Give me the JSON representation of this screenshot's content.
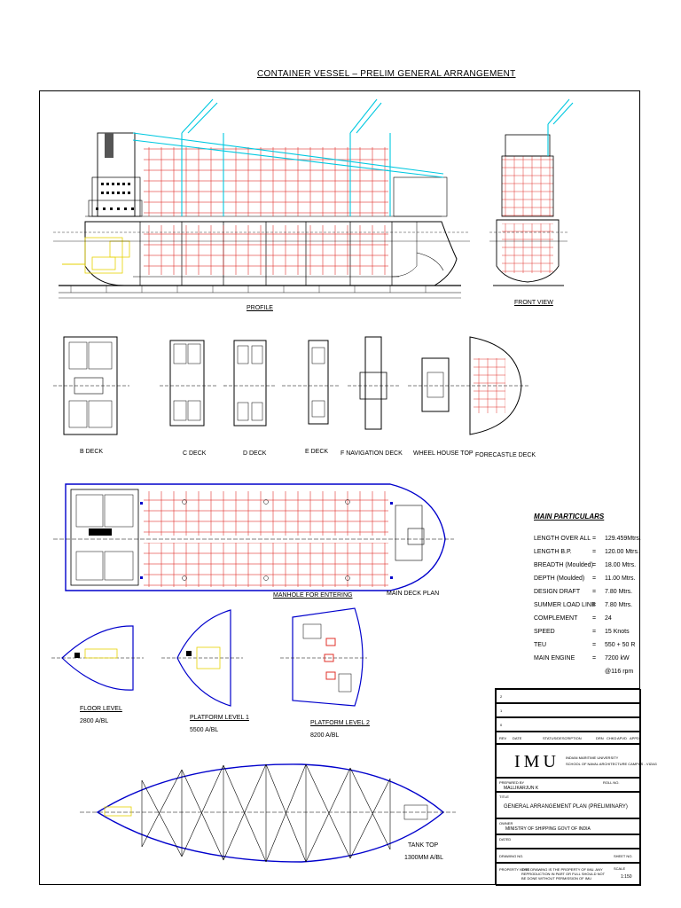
{
  "title": "CONTAINER VESSEL  –  PRELIM GENERAL ARRANGEMENT",
  "views": {
    "profile": "PROFILE",
    "front_view": "FRONT VIEW",
    "b_deck": "B DECK",
    "c_deck": "C DECK",
    "d_deck": "D DECK",
    "e_deck": "E DECK",
    "f_deck": "F NAVIGATION DECK",
    "wheel_house": "WHEEL HOUSE TOP",
    "forecastle": "FORECASTLE DECK",
    "main_deck": "MAIN DECK PLAN",
    "manhole": "MANHOLE FOR ENTERING",
    "floor_level": "FLOOR LEVEL",
    "floor_level_h": "2800 A/BL",
    "platform1": "PLATFORM LEVEL 1",
    "platform1_h": "5500 A/BL",
    "platform2": "PLATFORM LEVEL 2",
    "platform2_h": "8200 A/BL",
    "tank_top": "TANK TOP",
    "tank_top_h": "1300MM A/BL"
  },
  "particulars": {
    "title": "MAIN PARTICULARS",
    "rows": [
      {
        "k": "LENGTH OVER ALL",
        "v": "129.459Mtrs."
      },
      {
        "k": "LENGTH B.P.",
        "v": "120.00 Mtrs."
      },
      {
        "k": "BREADTH (Moulded)",
        "v": "18.00 Mtrs."
      },
      {
        "k": "DEPTH (Moulded)",
        "v": "11.00 Mtrs."
      },
      {
        "k": "DESIGN DRAFT",
        "v": "7.80 Mtrs."
      },
      {
        "k": "SUMMER LOAD LINE",
        "v": "7.80 Mtrs."
      },
      {
        "k": "COMPLEMENT",
        "v": "24"
      },
      {
        "k": "SPEED",
        "v": "15 Knots"
      },
      {
        "k": "TEU",
        "v": "550 + 50 R"
      },
      {
        "k": "MAIN ENGINE",
        "v": "7200 kW"
      }
    ],
    "rpm": "@116 rpm",
    "eq": "="
  },
  "title_block": {
    "logo": "IMU",
    "institution_line1": "INDIAN MARITIME UNIVERSITY",
    "institution_line2": "SCHOOL OF NAVAL ARCHITECTURE CAMPUS - VIZAG",
    "prepared_by_label": "PREPARED BY",
    "prepared_by": "MALLIKARJUN K",
    "roll_label": "ROLL NO.",
    "title_label": "TITLE",
    "drawing_title": "GENERAL ARRANGEMENT PLAN (PRELIMINARY)",
    "owner_label": "OWNER",
    "owner": "MINISTRY OF SHIPPING GOVT OF INDIA",
    "rev_cols": [
      "REV",
      "DATE",
      "STATUS/DESCRIPTION",
      "DRN",
      "CHKD",
      "APVD",
      "APPD"
    ],
    "rev_rows": [
      "2",
      "1",
      "0"
    ],
    "dated_label": "DATED",
    "drawing_no_label": "DRAWING NO.",
    "sheet_label": "SHEET NO.",
    "scale_label": "SCALE",
    "scale": "1:150",
    "property_label": "PROPERTY NOTE",
    "property_note": "THIS DRAWING IS THE PROPERTY OF IMU. ANY REPRODUCTION IN PART OR FULL SHOULD NOT BE DONE WITHOUT PERMISSION OF IMU"
  },
  "colors": {
    "hull": "#0000cc",
    "container": "#e0302a",
    "crane": "#00c8e0",
    "annotation": "#e6d200",
    "ink": "#000000"
  }
}
